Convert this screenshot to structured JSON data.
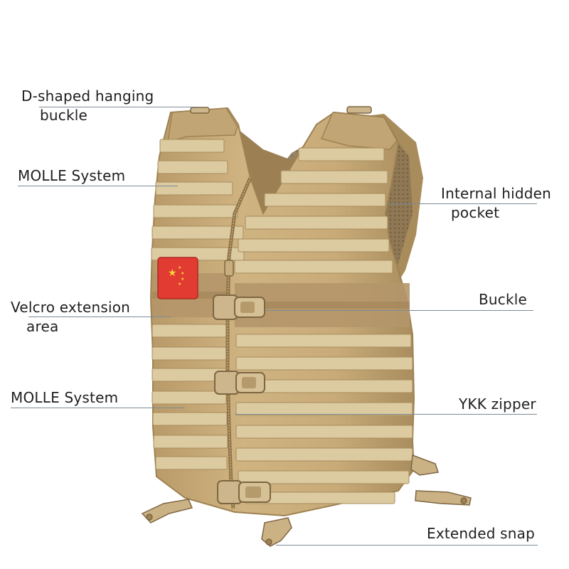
{
  "callouts": {
    "d_ring": {
      "line1": "D-shaped hanging",
      "line2": "buckle"
    },
    "molle_upper": {
      "line1": "MOLLE System"
    },
    "velcro": {
      "line1": "Velcro extension",
      "line2": "area"
    },
    "molle_lower": {
      "line1": "MOLLE System"
    },
    "hidden_pocket": {
      "line1": "Internal hidden",
      "line2": "pocket"
    },
    "buckle": {
      "line1": "Buckle"
    },
    "zipper": {
      "line1": "YKK zipper"
    },
    "snap": {
      "line1": "Extended snap"
    }
  },
  "colors": {
    "vest_body": "#c9ad7c",
    "vest_shadow": "#a88c5c",
    "webbing": "#ddc9a0",
    "velcro_band": "#b4966a",
    "buckle": "#cdb58c",
    "mesh": "#8a7452",
    "patch": "#e23b31",
    "patch_star": "#f6d23a",
    "leader_line": "#7c8a95"
  }
}
